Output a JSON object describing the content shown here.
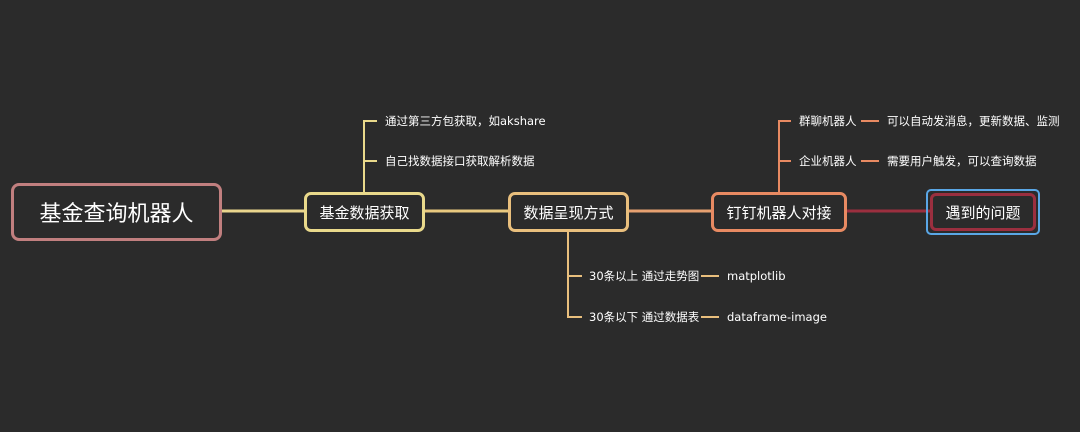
{
  "root": {
    "label": "基金查询机器人"
  },
  "branches": {
    "fetch": {
      "label": "基金数据获取",
      "children": [
        "通过第三方包获取，如akshare",
        "自己找数据接口获取解析数据"
      ]
    },
    "present": {
      "label": "数据呈现方式",
      "children": [
        {
          "label": "30条以上 通过走势图",
          "tool": "matplotlib"
        },
        {
          "label": "30条以下 通过数据表",
          "tool": "dataframe-image"
        }
      ]
    },
    "ding": {
      "label": "钉钉机器人对接",
      "children": [
        {
          "label": "群聊机器人",
          "detail": "可以自动发消息，更新数据、监测"
        },
        {
          "label": "企业机器人",
          "detail": "需要用户触发，可以查询数据"
        }
      ]
    },
    "issue": {
      "label": "遇到的问题"
    }
  },
  "colors": {
    "background": "#2b2b2b",
    "root_border": "#c17f7f",
    "fetch": "#e9d98b",
    "present": "#e9bf7d",
    "ding": "#e88a62",
    "issue": "#9b2f3f",
    "selection": "#5aa7e6"
  }
}
